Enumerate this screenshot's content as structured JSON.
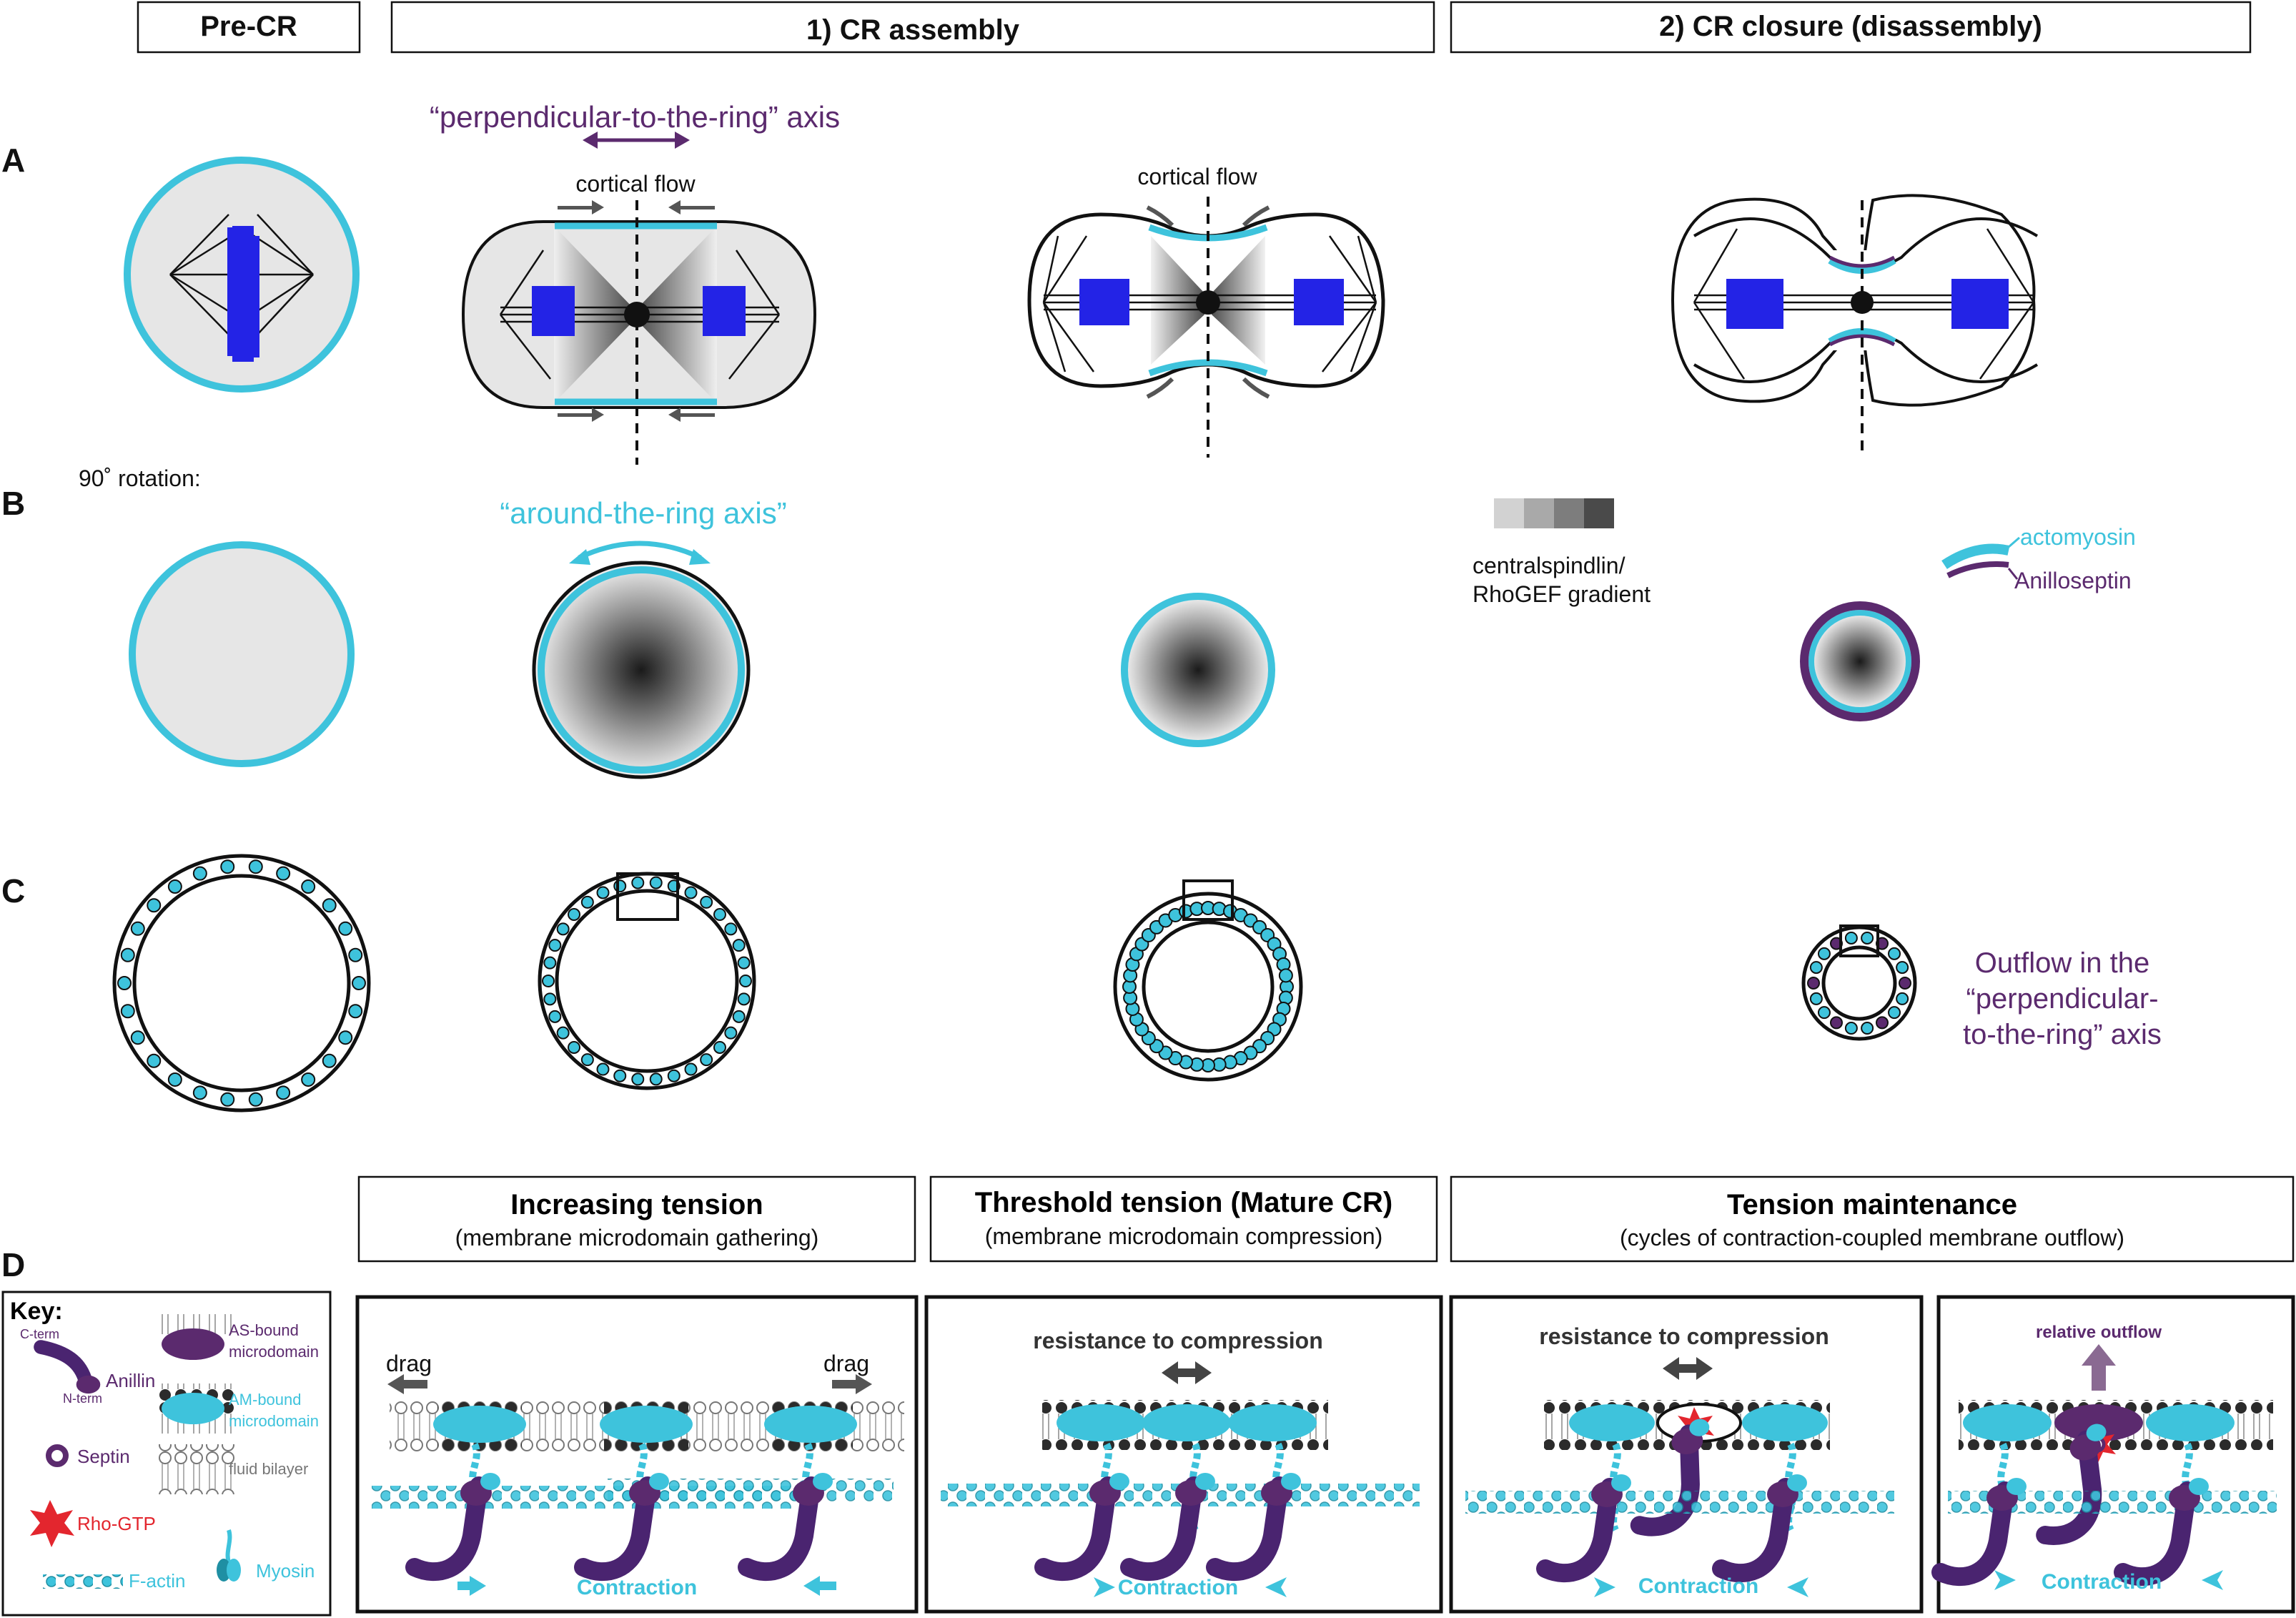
{
  "headers": {
    "pre_cr": "Pre-CR",
    "assembly": "1) CR assembly",
    "closure": "2) CR closure (disassembly)"
  },
  "row_labels": {
    "a": "A",
    "b": "B",
    "c": "C",
    "d": "D"
  },
  "row_a": {
    "axis_label": "“perpendicular-to-the-ring” axis",
    "cortical_flow_1": "cortical flow",
    "cortical_flow_2": "cortical flow"
  },
  "row_b": {
    "rotation_label": "90˚ rotation:",
    "around_axis_label": "“around-the-ring axis”",
    "gradient_line1": "centralspindlin/",
    "gradient_line2": "RhoGEF gradient",
    "gradient_swatches": [
      "#d2d2d2",
      "#a9a9a9",
      "#7d7d7d",
      "#4a4a4a"
    ],
    "legend_actomyosin": "actomyosin",
    "legend_anilloseptin": "Anilloseptin"
  },
  "row_c": {
    "outflow_line1": "Outflow in the",
    "outflow_line2": "“perpendicular-",
    "outflow_line3": "to-the-ring” axis"
  },
  "row_d": {
    "increasing_title": "Increasing tension",
    "increasing_sub": "(membrane microdomain gathering)",
    "threshold_title": "Threshold tension (Mature CR)",
    "threshold_sub": "(membrane microdomain compression)",
    "maintenance_title": "Tension maintenance",
    "maintenance_sub": "(cycles of contraction-coupled membrane outflow)",
    "drag_left": "drag",
    "drag_right": "drag",
    "resistance_1": "resistance to compression",
    "resistance_2": "resistance to compression",
    "relative_outflow": "relative outflow",
    "contraction_1": "Contraction",
    "contraction_2": "Contraction",
    "contraction_3": "Contraction",
    "contraction_4": "Contraction"
  },
  "key": {
    "title": "Key:",
    "c_term": "C-term",
    "n_term": "N-term",
    "anillin": "Anillin",
    "septin": "Septin",
    "rho_gtp": "Rho-GTP",
    "f_actin": "F-actin",
    "as_line1": "AS-bound",
    "as_line2": "microdomain",
    "am_line1": "AM-bound",
    "am_line2": "microdomain",
    "fluid_bilayer": "fluid bilayer",
    "myosin": "Myosin"
  },
  "colors": {
    "actomyosin": "#3ec3dc",
    "anilloseptin": "#5b2a6e",
    "chromosomes": "#2323e6",
    "rho": "#e3262e",
    "cell_fill": "#e6e6e6"
  }
}
